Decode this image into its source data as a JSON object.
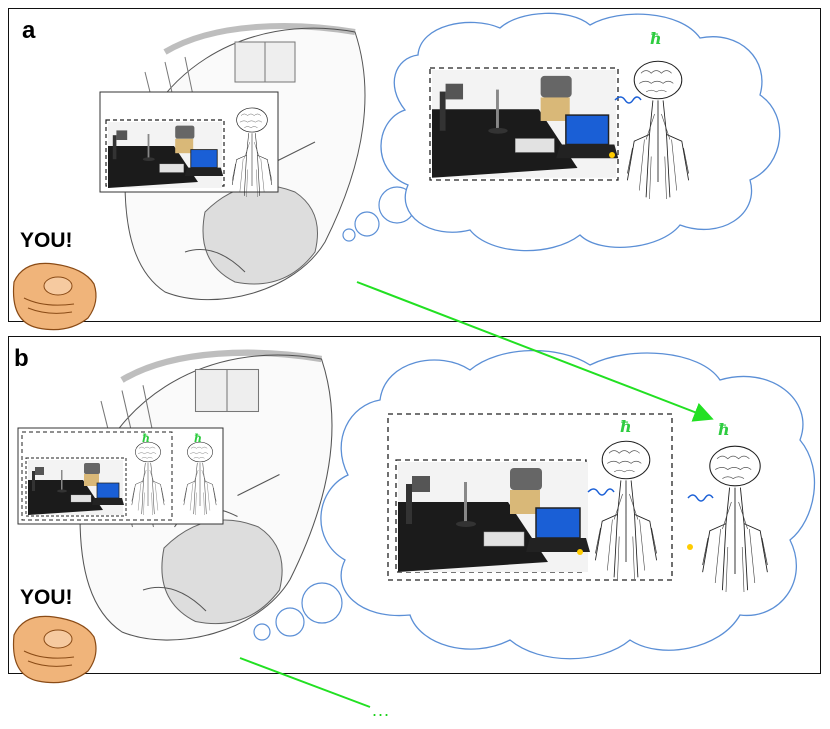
{
  "panels": [
    {
      "label": "a",
      "you_text": "YOU!"
    },
    {
      "label": "b",
      "you_text": "YOU!"
    }
  ],
  "hbar_symbol": "ħ",
  "continuation": "...",
  "colors": {
    "cloud_outline": "#5b8fd6",
    "arrow": "#22e022",
    "dashed_frame": "#222222",
    "hand_fill": "#f0b47a"
  }
}
